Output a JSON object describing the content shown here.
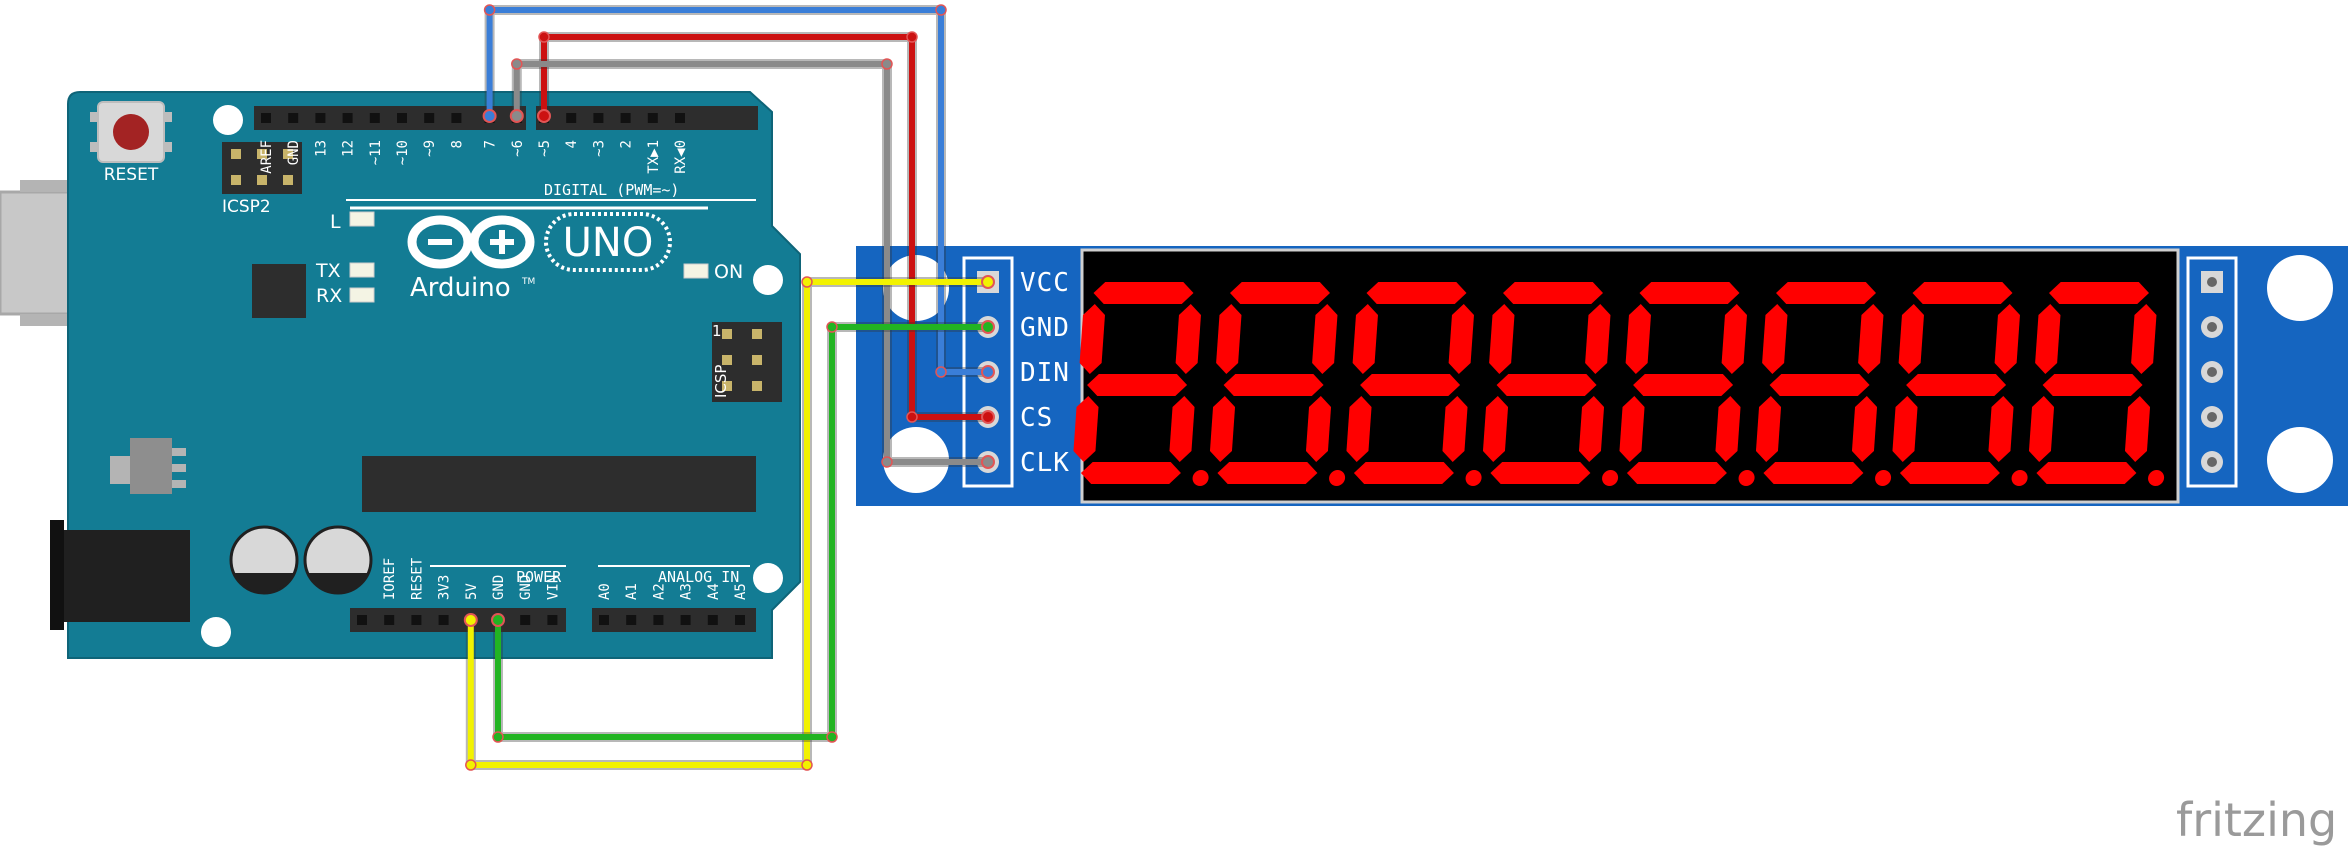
{
  "arduino": {
    "reset_label": "RESET",
    "icsp2_label": "ICSP2",
    "icsp_label": "ICSP",
    "icsp_pin1": "1",
    "digital_header": "DIGITAL (PWM=~)",
    "digital_pins": [
      "AREF",
      "GND",
      "13",
      "12",
      "~11",
      "~10",
      "~9",
      "8",
      "7",
      "~6",
      "~5",
      "4",
      "~3",
      "2",
      "TX▶1",
      "RX◀0"
    ],
    "led_l": "L",
    "led_tx": "TX",
    "led_rx": "RX",
    "led_on": "ON",
    "logo_uno": "UNO",
    "logo_brand": "Arduino",
    "logo_tm": "TM",
    "power_header": "POWER",
    "analog_header": "ANALOG IN",
    "power_pins": [
      "IOREF",
      "RESET",
      "3V3",
      "5V",
      "GND",
      "GND",
      "VIN"
    ],
    "analog_pins": [
      "A0",
      "A1",
      "A2",
      "A3",
      "A4",
      "A5"
    ]
  },
  "module": {
    "pins": [
      "VCC",
      "GND",
      "DIN",
      "CS",
      "CLK"
    ],
    "digit_count": 8,
    "segment_color": "#ff0000",
    "board_color": "#1565c0"
  },
  "wires": [
    {
      "from": "7",
      "to": "DIN",
      "color": "#3a7ed8"
    },
    {
      "from": "~6",
      "to": "CLK",
      "color": "#8a8a8a"
    },
    {
      "from": "~5",
      "to": "CS",
      "color": "#cc1111"
    },
    {
      "from": "5V",
      "to": "VCC",
      "color": "#f2f200"
    },
    {
      "from": "GND",
      "to": "GND",
      "color": "#22b422"
    }
  ],
  "watermark": "fritzing"
}
